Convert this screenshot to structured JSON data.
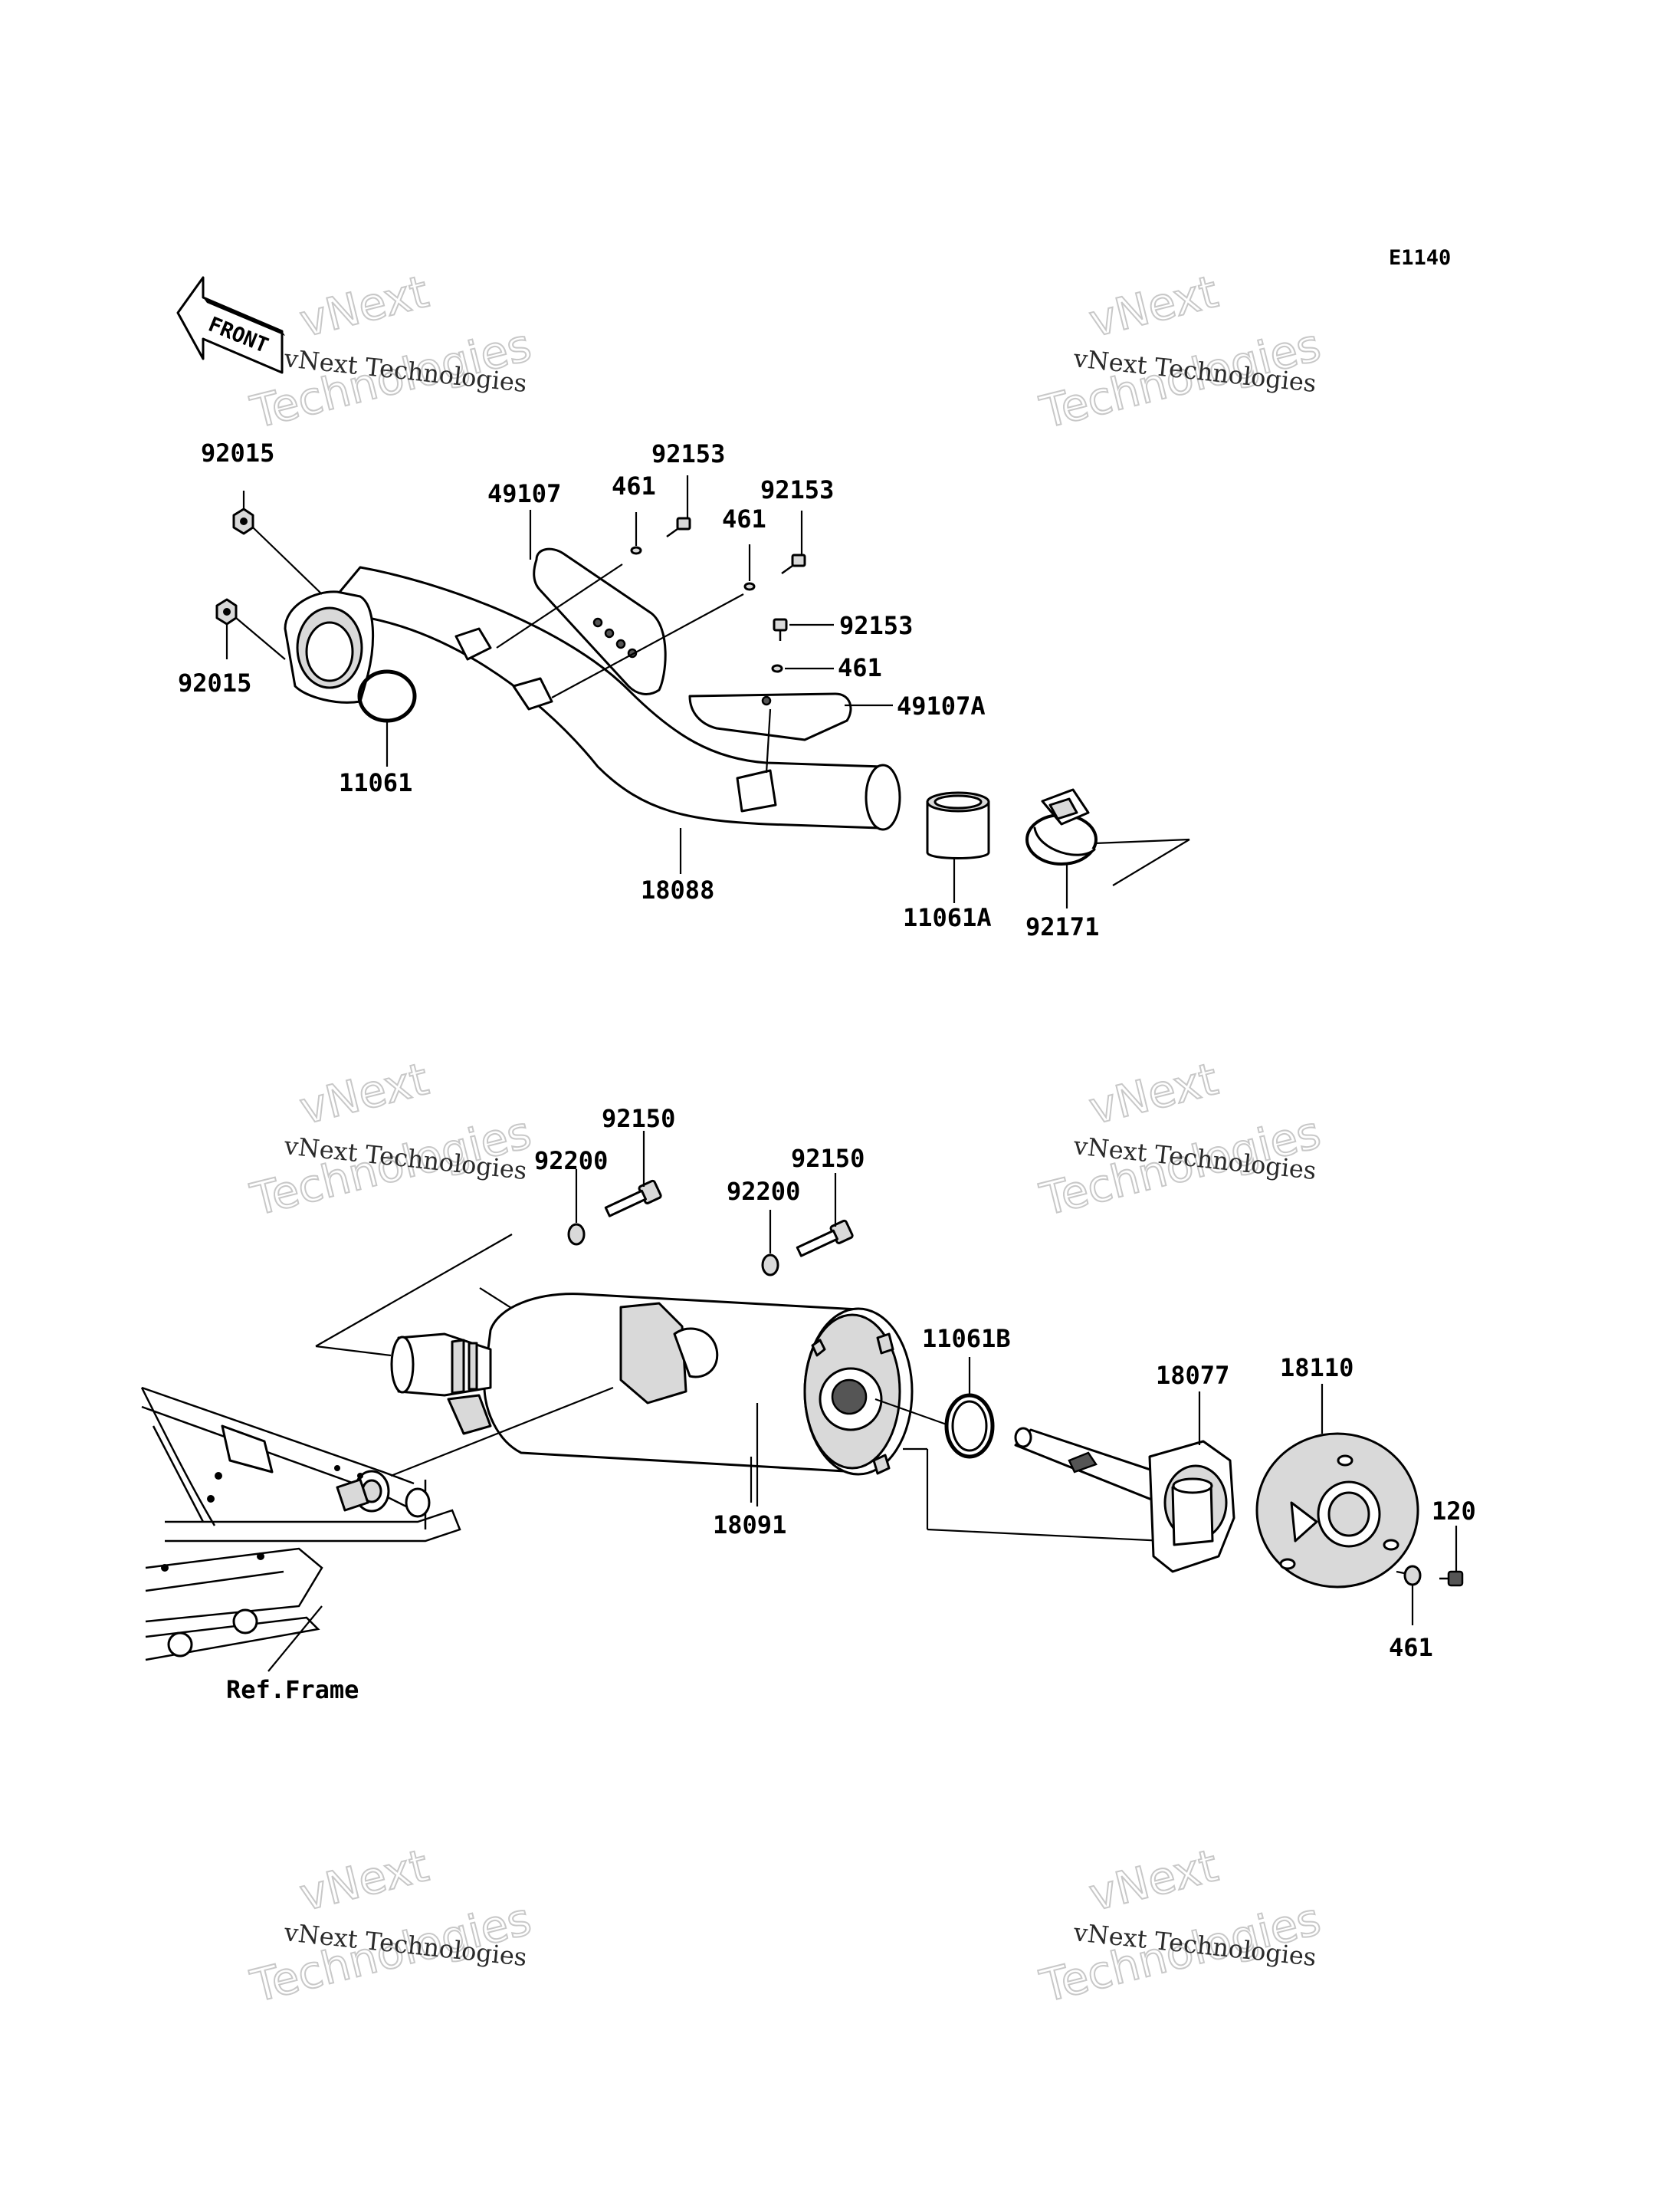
{
  "diagram_code": "E1140",
  "front_label": "FRONT",
  "ref_frame_label": "Ref.Frame",
  "watermark": {
    "line_top": "vNext",
    "line_small": "vNext Technologies",
    "line_bottom": "Technologies"
  },
  "parts": {
    "nut_upper": "92015",
    "nut_lower": "92015",
    "gasket_header": "11061",
    "guard": "49107",
    "washer_a": "461",
    "bolt_a": "92153",
    "washer_b": "461",
    "bolt_b": "92153",
    "bolt_c": "92153",
    "washer_c": "461",
    "guard_lower": "49107A",
    "header_pipe": "18088",
    "gasket_joint": "11061A",
    "clamp": "92171",
    "bolt_muffler_left": "92150",
    "washer_muffler_left": "92200",
    "bolt_muffler_right": "92150",
    "washer_muffler_right": "92200",
    "gasket_tail": "11061B",
    "muffler": "18091",
    "spark_arrester": "18077",
    "end_cap": "18110",
    "screw_cap": "120",
    "washer_cap": "461"
  }
}
